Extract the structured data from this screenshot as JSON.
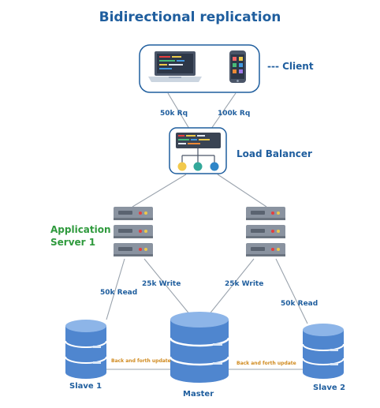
{
  "title": "Bidirectional replication",
  "client": {
    "label": "--- Client"
  },
  "edges": {
    "client_left": "50k Rq",
    "client_right": "100k Rq",
    "left_read": "50k Read",
    "left_write": "25k Write",
    "right_write": "25k Write",
    "right_read": "50k Read",
    "sync_left": "Back and forth update",
    "sync_right": "Back and forth update"
  },
  "nodes": {
    "load_balancer": "Load Balancer",
    "app_server_line1": "Application",
    "app_server_line2": "Server 1",
    "slave1": "Slave 1",
    "master": "Master",
    "slave2": "Slave 2"
  },
  "colors": {
    "accent_blue": "#1f5e9e",
    "app_green": "#2f9a3d",
    "sync_orange": "#d08a1e",
    "db_blue": "#4f86cf",
    "server_gray": "#8a93a0"
  },
  "icons": [
    "laptop-icon",
    "phone-icon",
    "load-balancer-icon",
    "server-stack-icon",
    "database-icon"
  ]
}
